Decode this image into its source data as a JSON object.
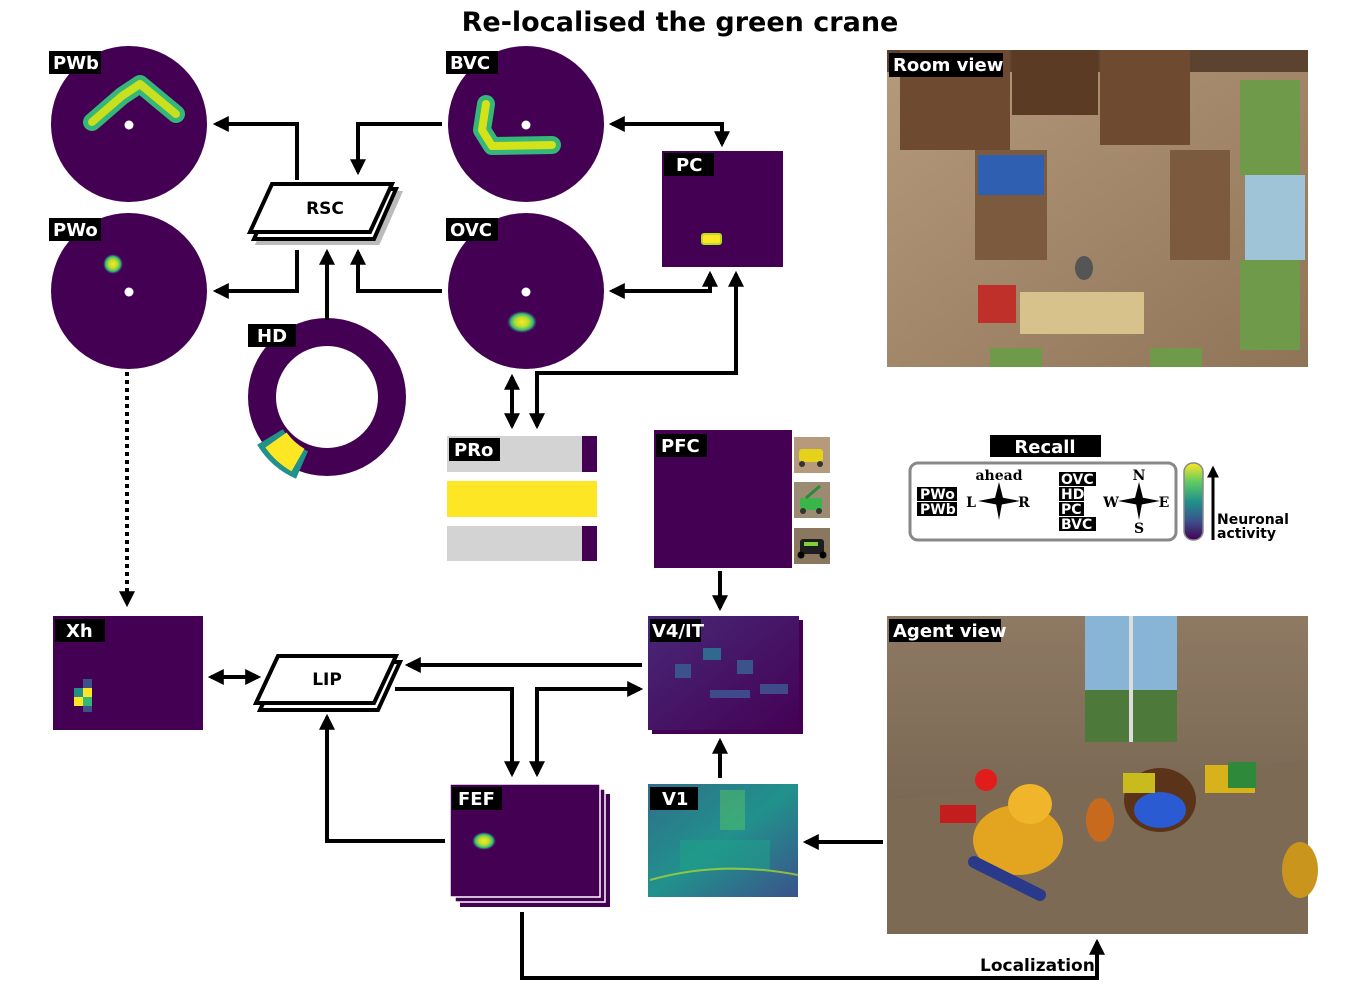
{
  "title": "Re-localised the green crane",
  "panels": {
    "pwb": "PWb",
    "pwo": "PWo",
    "bvc": "BVC",
    "ovc": "OVC",
    "pc": "PC",
    "hd": "HD",
    "rsc": "RSC",
    "pro": "PRo",
    "pfc": "PFC",
    "xh": "Xh",
    "lip": "LIP",
    "v4it": "V4/IT",
    "v1": "V1",
    "fef": "FEF",
    "room_view": "Room view",
    "agent_view": "Agent view",
    "localization": "Localization"
  },
  "legend": {
    "header": "Recall",
    "ego_labels": [
      "PWo",
      "PWb"
    ],
    "ahead": "ahead",
    "left": "L",
    "right": "R",
    "allo_labels": [
      "OVC",
      "HD",
      "PC",
      "BVC"
    ],
    "north": "N",
    "south": "S",
    "west": "W",
    "east": "E",
    "activity_line1": "Neuronal",
    "activity_line2": "activity"
  },
  "colors": {
    "map_bg": "#440154",
    "map_bg2": "#3b0f4f",
    "high": "#fde725",
    "mid": "#21918c",
    "pro_active": "#fde725",
    "pro_inactive": "#d3d3d3"
  },
  "pro_bars": [
    {
      "active": false
    },
    {
      "active": true
    },
    {
      "active": false
    }
  ],
  "pfc_objects": [
    "yellow-car-icon",
    "green-crane-icon",
    "dark-car-icon"
  ]
}
